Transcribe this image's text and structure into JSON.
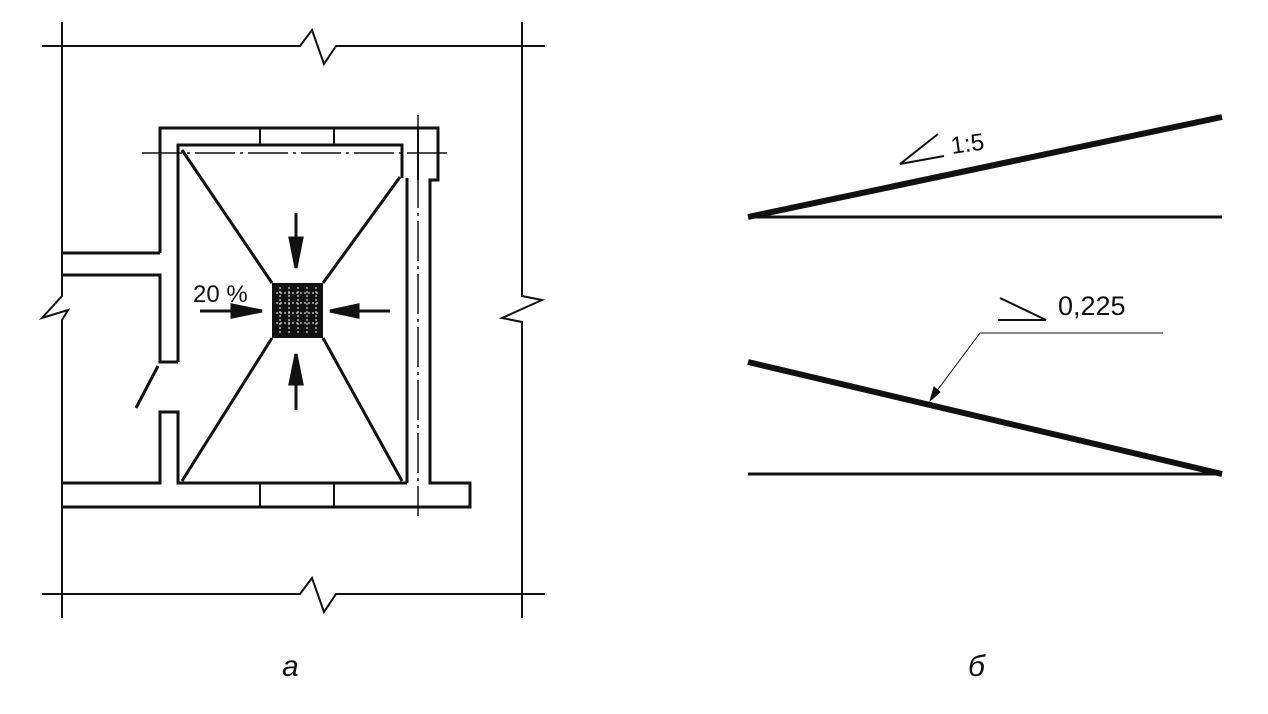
{
  "figure_a": {
    "caption": "а",
    "slope_label": "20 %"
  },
  "figure_b": {
    "caption": "б",
    "top_slope_label": "1:5",
    "bottom_slope_label": "0,225"
  },
  "colors": {
    "ink": "#111111",
    "background": "#ffffff"
  }
}
